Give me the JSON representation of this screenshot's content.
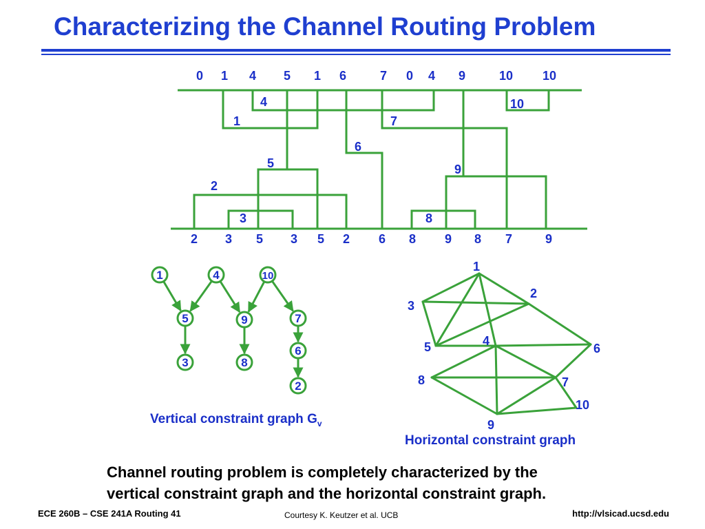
{
  "title": "Characterizing the Channel Routing Problem",
  "channel": {
    "top_pins": [
      "0",
      "1",
      "4",
      "5",
      "1",
      "6",
      "7",
      "0",
      "4",
      "9",
      "10",
      "10"
    ],
    "bottom_pins": [
      "2",
      "3",
      "5",
      "3",
      "5",
      "2",
      "6",
      "8",
      "9",
      "8",
      "7",
      "9"
    ],
    "net_labels": [
      "4",
      "10",
      "1",
      "7",
      "6",
      "5",
      "9",
      "2",
      "3",
      "8"
    ]
  },
  "vcg": {
    "caption": "Vertical constraint graph G",
    "caption_sub": "v",
    "nodes": [
      "1",
      "4",
      "10",
      "5",
      "9",
      "7",
      "3",
      "8",
      "6",
      "2"
    ],
    "edges": [
      [
        "1",
        "5"
      ],
      [
        "4",
        "5"
      ],
      [
        "4",
        "9"
      ],
      [
        "10",
        "9"
      ],
      [
        "10",
        "7"
      ],
      [
        "5",
        "3"
      ],
      [
        "9",
        "8"
      ],
      [
        "7",
        "6"
      ],
      [
        "6",
        "2"
      ]
    ]
  },
  "hcg": {
    "caption": "Horizontal constraint graph",
    "nodes": [
      "1",
      "2",
      "3",
      "5",
      "4",
      "6",
      "8",
      "7",
      "10",
      "9"
    ],
    "edges": [
      [
        "1",
        "3"
      ],
      [
        "1",
        "5"
      ],
      [
        "1",
        "4"
      ],
      [
        "1",
        "2"
      ],
      [
        "3",
        "2"
      ],
      [
        "3",
        "5"
      ],
      [
        "5",
        "2"
      ],
      [
        "2",
        "6"
      ],
      [
        "4",
        "6"
      ],
      [
        "5",
        "4"
      ],
      [
        "4",
        "8"
      ],
      [
        "4",
        "7"
      ],
      [
        "4",
        "9"
      ],
      [
        "8",
        "7"
      ],
      [
        "8",
        "9"
      ],
      [
        "7",
        "9"
      ],
      [
        "7",
        "10"
      ],
      [
        "9",
        "10"
      ],
      [
        "6",
        "7"
      ]
    ]
  },
  "summary": {
    "line1": "Channel routing problem is completely characterized by the",
    "line2": "vertical constraint graph and the horizontal constraint graph."
  },
  "footer": {
    "left": "ECE 260B – CSE 241A Routing 41",
    "center": "Courtesy K. Keutzer et al. UCB",
    "right": "http://vlsicad.ucsd.edu"
  },
  "colors": {
    "title": "#1f3fd0",
    "wire": "#3aa23a",
    "label": "#1a2fc8",
    "node_fill": "#ffffff"
  }
}
